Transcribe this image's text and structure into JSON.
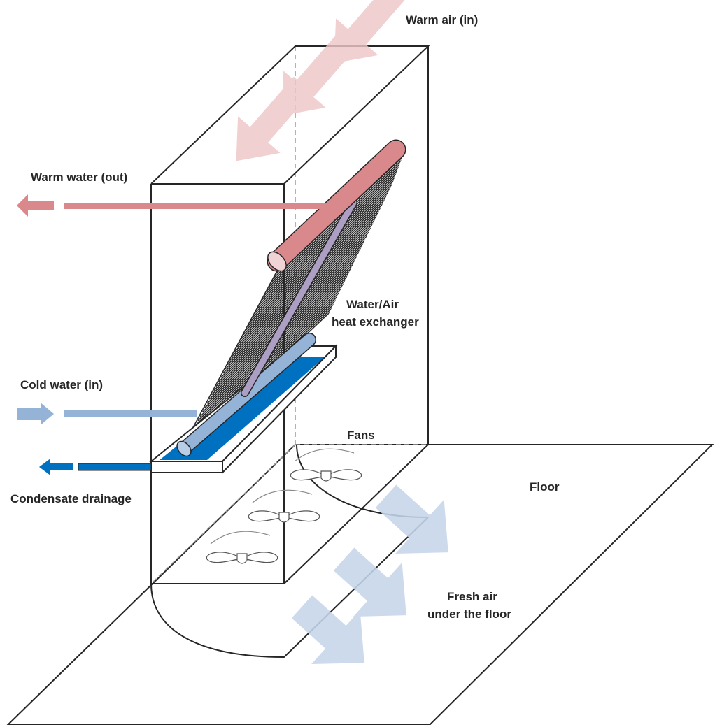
{
  "labels": {
    "warm_air_in": "Warm air (in)",
    "warm_water_out": "Warm water (out)",
    "heat_exchanger_line1": "Water/Air",
    "heat_exchanger_line2": "heat exchanger",
    "cold_water_in": "Cold water (in)",
    "condensate_drainage": "Condensate drainage",
    "fans": "Fans",
    "floor": "Floor",
    "fresh_air_line1": "Fresh air",
    "fresh_air_line2": "under the floor"
  },
  "colors": {
    "warm": "#d9898c",
    "warm_air": "#eec6c8",
    "cold": "#95b3d7",
    "fresh_air": "#c5d5ea",
    "condensate": "#0070c0",
    "outline": "#262626"
  }
}
